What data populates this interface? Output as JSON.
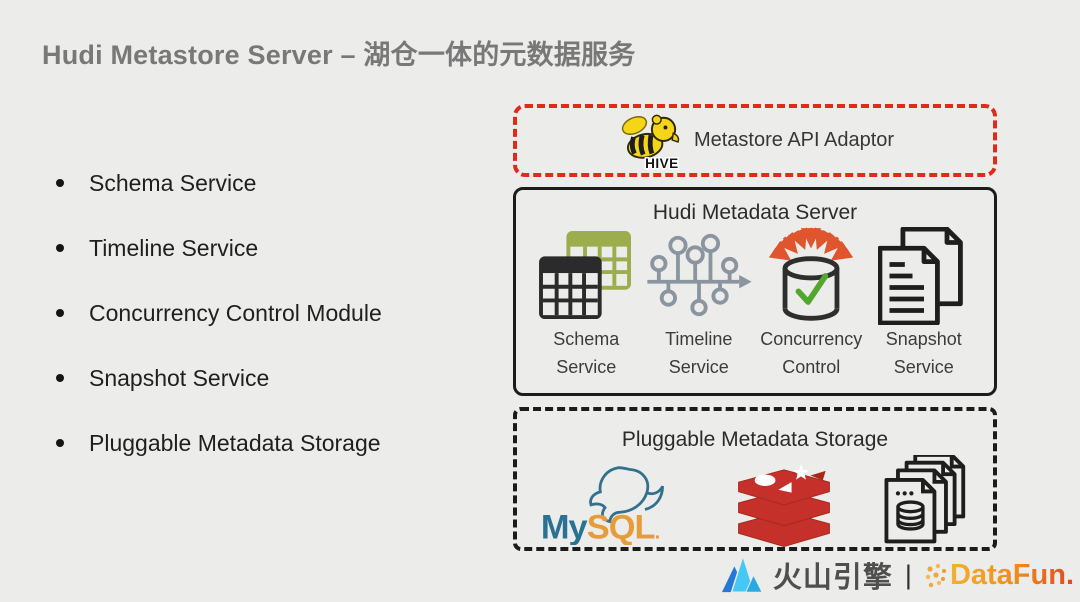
{
  "slide": {
    "title": "Hudi Metastore Server – 湖仓一体的元数据服务"
  },
  "bullets": [
    "Schema Service",
    "Timeline Service",
    "Concurrency Control Module",
    "Snapshot Service",
    "Pluggable Metadata Storage"
  ],
  "adaptor": {
    "label": "Metastore API Adaptor",
    "logo": "hive-bee-icon",
    "logo_text": "HIVE"
  },
  "server": {
    "title": "Hudi Metadata Server",
    "services": [
      {
        "icon": "schema-tables-icon",
        "line1": "Schema",
        "line2": "Service"
      },
      {
        "icon": "timeline-icon",
        "line1": "Timeline",
        "line2": "Service"
      },
      {
        "icon": "concurrency-db-check-icon",
        "line1": "Concurrency",
        "line2": "Control"
      },
      {
        "icon": "snapshot-documents-icon",
        "line1": "Snapshot",
        "line2": "Service"
      }
    ]
  },
  "storage": {
    "title": "Pluggable Metadata Storage",
    "mysql": {
      "my": "My",
      "sql": "SQL",
      "dot": "."
    },
    "icons": [
      "mysql-dolphin-logo",
      "redis-stack-logo",
      "stacked-db-documents-icon"
    ]
  },
  "footer": {
    "volcano_brand": "火山引擎",
    "separator": "|",
    "datafun_brand": "DataFun.",
    "volcano_logo": "mountain-peaks-icon",
    "datafun_logo": "dots-cluster-icon"
  },
  "colors": {
    "background": "#ECECEA",
    "title_gray": "#787878",
    "text_dark": "#1F1F1F",
    "accent_red": "#DF2A1C",
    "box_border_black": "#1C1C1C",
    "table_green": "#9BAD4C",
    "timeline_gray": "#8B95A0",
    "arrow_orange_red": "#E0542E",
    "check_green": "#52A72E",
    "mysql_blue": "#2A7291",
    "mysql_orange": "#E79C3C",
    "redis_red": "#C6302B",
    "volcano_blue": "#45C8F3",
    "datafun_orange": "#EE8A1E"
  }
}
